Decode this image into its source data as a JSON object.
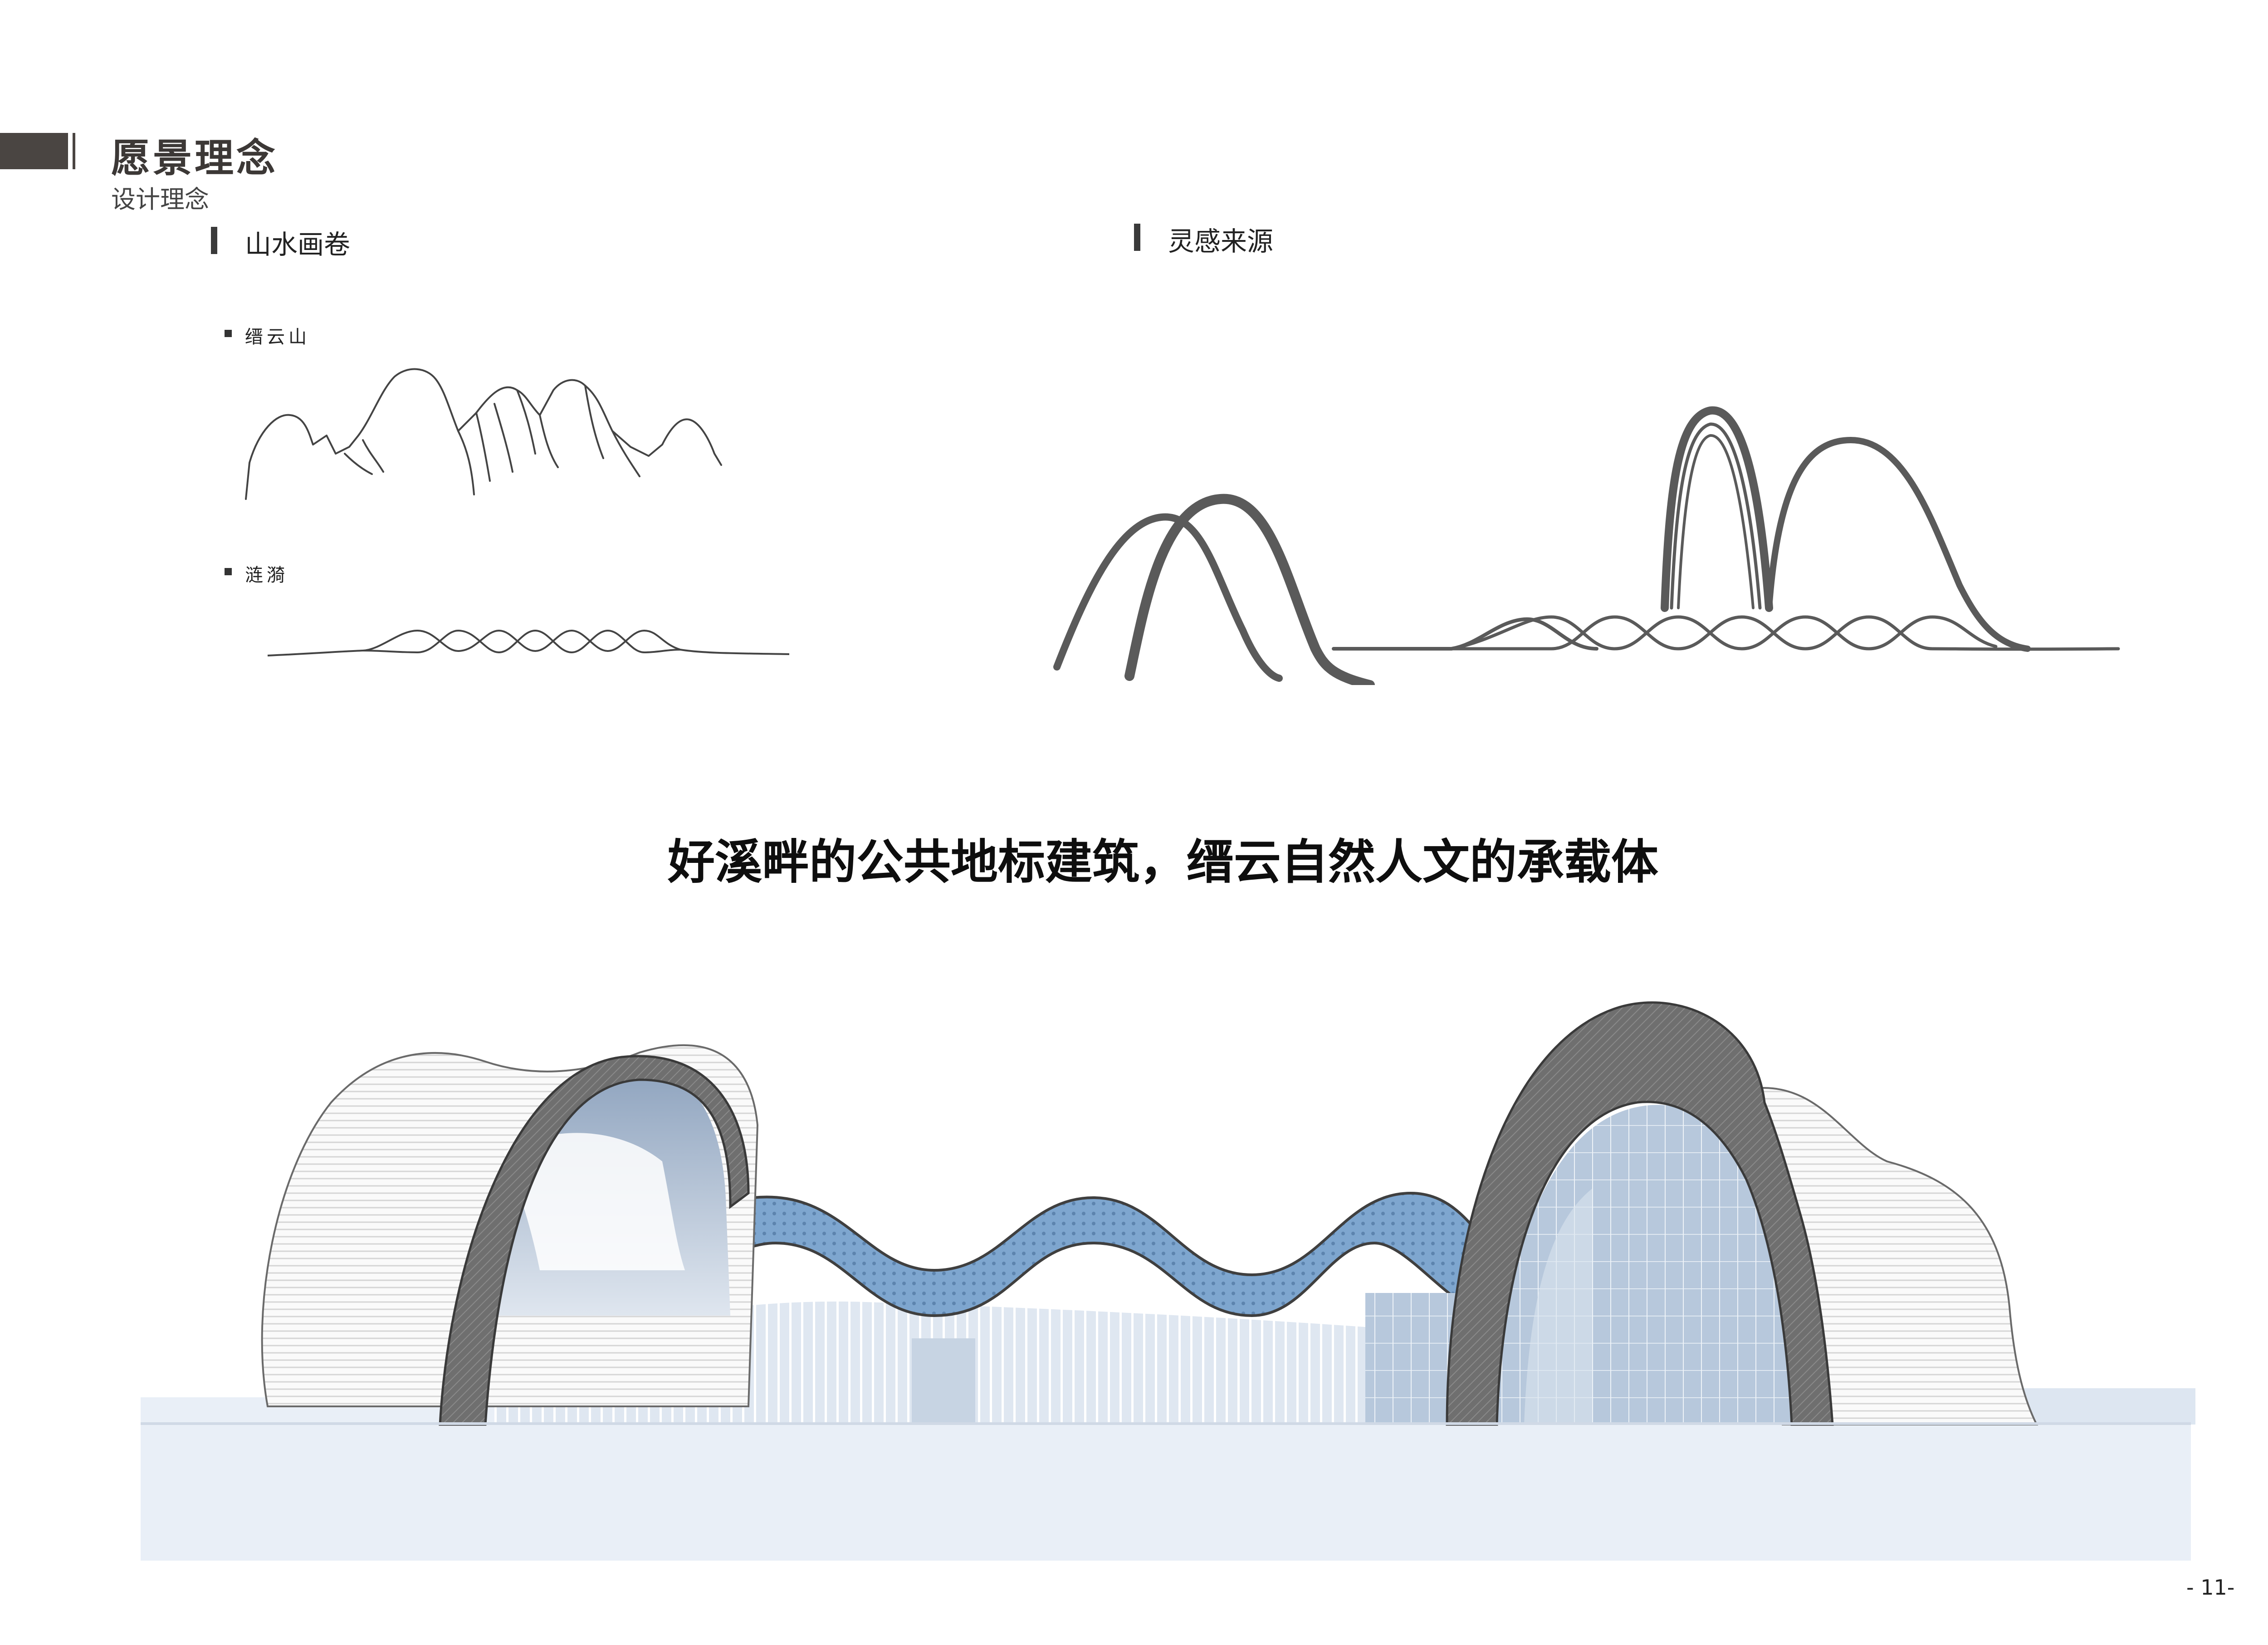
{
  "header": {
    "title": "愿景理念",
    "subtitle": "设计理念"
  },
  "left_section": {
    "label": "山水画卷",
    "items": [
      {
        "label": "缙云山",
        "icon": "mountain-sketch-icon"
      },
      {
        "label": "涟漪",
        "icon": "ripple-wave-icon"
      }
    ]
  },
  "right_section": {
    "label": "灵感来源"
  },
  "slogan": "好溪畔的公共地标建筑，缙云自然人文的承载体",
  "footer": {
    "page_number": "- 11-"
  },
  "colors": {
    "header_bar": "#4a4542",
    "stroke_dark": "#555555",
    "roof_blue": "#8eb3d8",
    "glass_blue": "#c4d4e6",
    "ground": "#e9eff7",
    "arch_grey": "#727272"
  }
}
